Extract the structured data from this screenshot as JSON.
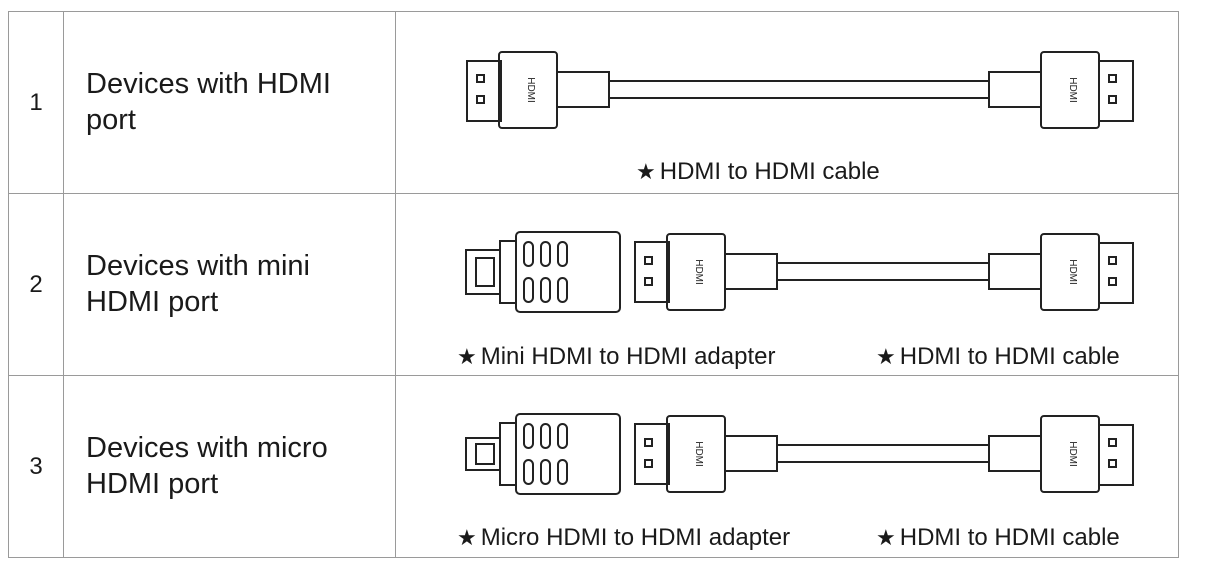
{
  "rows": [
    {
      "number": "1",
      "device_line1": "Devices with HDMI",
      "device_line2": "port",
      "captions": [
        "HDMI to HDMI cable"
      ]
    },
    {
      "number": "2",
      "device_line1": "Devices with mini",
      "device_line2": "HDMI port",
      "captions": [
        "Mini HDMI to HDMI adapter",
        "HDMI to HDMI cable"
      ]
    },
    {
      "number": "3",
      "device_line1": "Devices with micro",
      "device_line2": "HDMI port",
      "captions": [
        "Micro HDMI to HDMI adapter",
        "HDMI to HDMI cable"
      ]
    }
  ],
  "connector_label": "HDMI",
  "star_symbol": "★",
  "icons": [
    "hdmi-cable-illustration",
    "mini-hdmi-adapter-illustration",
    "micro-hdmi-adapter-illustration",
    "star-icon"
  ]
}
